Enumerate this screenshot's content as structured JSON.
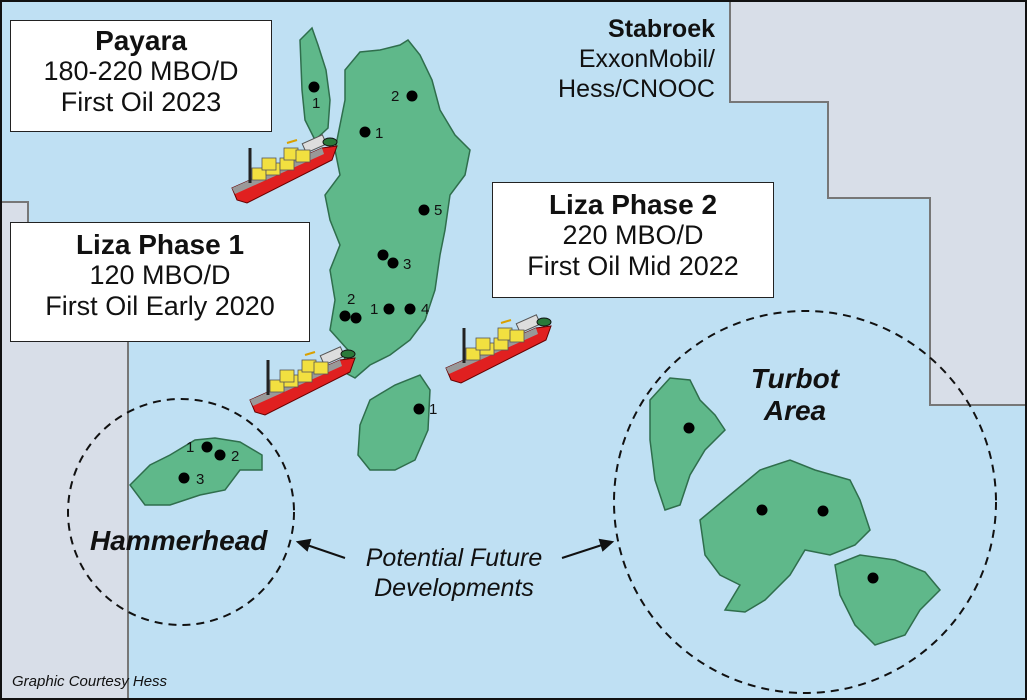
{
  "colors": {
    "sea": "#bfe0f3",
    "land": "#d8dee8",
    "field": "#5fb88a",
    "field_outline": "#2f6e4c",
    "ship_hull": "#e02020",
    "cargo": "#f2e040"
  },
  "callouts": {
    "payara": {
      "title": "Payara",
      "line1": "180-220 MBO/D",
      "line2": "First Oil 2023"
    },
    "liza1": {
      "title": "Liza Phase 1",
      "line1": "120 MBO/D",
      "line2": "First Oil Early 2020"
    },
    "liza2": {
      "title": "Liza Phase 2",
      "line1": "220 MBO/D",
      "line2": "First Oil Mid 2022"
    }
  },
  "block": {
    "name": "Stabroek",
    "partners1": "ExxonMobil/",
    "partners2": "Hess/CNOOC"
  },
  "areas": {
    "turbot1": "Turbot",
    "turbot2": "Area",
    "hammerhead": "Hammerhead"
  },
  "future": {
    "line1": "Potential Future",
    "line2": "Developments"
  },
  "credit": "Graphic Courtesy Hess",
  "wells": [
    "1",
    "2",
    "1",
    "5",
    "3",
    "2",
    "1",
    "4",
    "1",
    "1",
    "2",
    "3"
  ]
}
